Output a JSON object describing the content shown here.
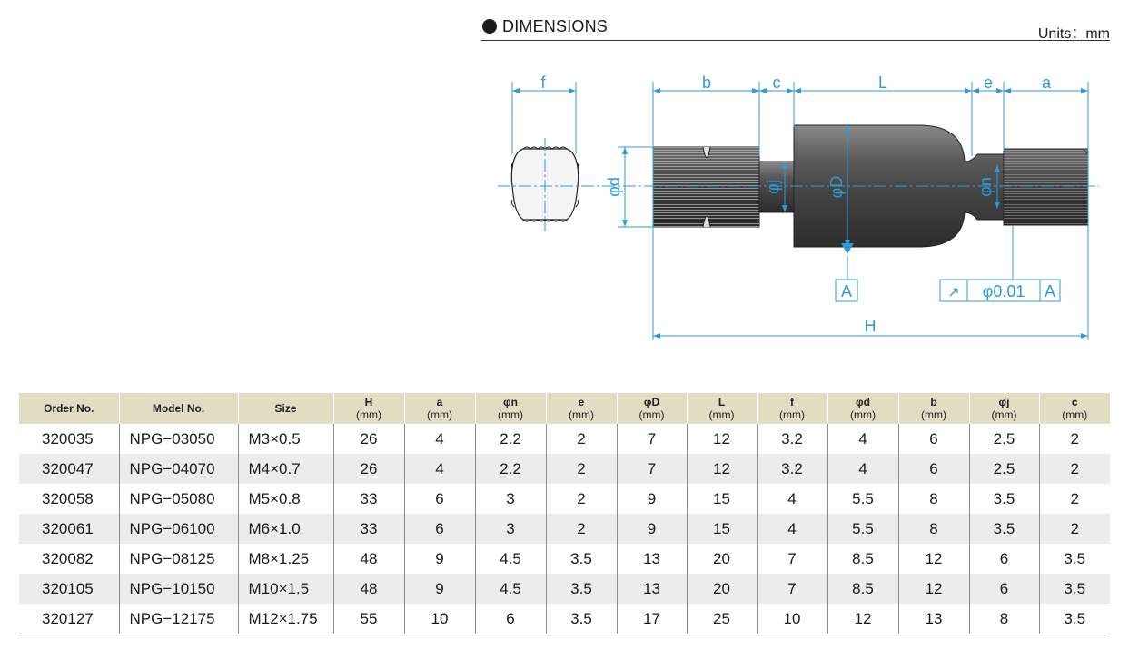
{
  "header": {
    "title": "DIMENSIONS",
    "units": "Units：mm"
  },
  "drawing": {
    "labels": {
      "f": "f",
      "b": "b",
      "c": "c",
      "L": "L",
      "e": "e",
      "a": "a",
      "phi_d": "φd",
      "phi_j": "φj",
      "phi_D": "φD",
      "phi_n": "φn",
      "datum": "A",
      "tol_symbol": "↗",
      "tol_value": "φ0.01",
      "tol_datum": "A",
      "H": "H"
    },
    "colors": {
      "dimension": "#2f9ad6",
      "part": "#4a4a4a"
    }
  },
  "table": {
    "headers": [
      {
        "top": "Order No.",
        "unit": ""
      },
      {
        "top": "Model No.",
        "unit": ""
      },
      {
        "top": "Size",
        "unit": ""
      },
      {
        "top": "H",
        "unit": "(mm)"
      },
      {
        "top": "a",
        "unit": "(mm)"
      },
      {
        "top": "φn",
        "unit": "(mm)"
      },
      {
        "top": "e",
        "unit": "(mm)"
      },
      {
        "top": "φD",
        "unit": "(mm)"
      },
      {
        "top": "L",
        "unit": "(mm)"
      },
      {
        "top": "f",
        "unit": "(mm)"
      },
      {
        "top": "φd",
        "unit": "(mm)"
      },
      {
        "top": "b",
        "unit": "(mm)"
      },
      {
        "top": "φj",
        "unit": "(mm)"
      },
      {
        "top": "c",
        "unit": "(mm)"
      }
    ],
    "rows": [
      [
        "320035",
        "NPG−03050",
        "M3×0.5",
        "26",
        "4",
        "2.2",
        "2",
        "7",
        "12",
        "3.2",
        "4",
        "6",
        "2.5",
        "2"
      ],
      [
        "320047",
        "NPG−04070",
        "M4×0.7",
        "26",
        "4",
        "2.2",
        "2",
        "7",
        "12",
        "3.2",
        "4",
        "6",
        "2.5",
        "2"
      ],
      [
        "320058",
        "NPG−05080",
        "M5×0.8",
        "33",
        "6",
        "3",
        "2",
        "9",
        "15",
        "4",
        "5.5",
        "8",
        "3.5",
        "2"
      ],
      [
        "320061",
        "NPG−06100",
        "M6×1.0",
        "33",
        "6",
        "3",
        "2",
        "9",
        "15",
        "4",
        "5.5",
        "8",
        "3.5",
        "2"
      ],
      [
        "320082",
        "NPG−08125",
        "M8×1.25",
        "48",
        "9",
        "4.5",
        "3.5",
        "13",
        "20",
        "7",
        "8.5",
        "12",
        "6",
        "3.5"
      ],
      [
        "320105",
        "NPG−10150",
        "M10×1.5",
        "48",
        "9",
        "4.5",
        "3.5",
        "13",
        "20",
        "7",
        "8.5",
        "12",
        "6",
        "3.5"
      ],
      [
        "320127",
        "NPG−12175",
        "M12×1.75",
        "55",
        "10",
        "6",
        "3.5",
        "17",
        "25",
        "10",
        "12",
        "13",
        "8",
        "3.5"
      ]
    ]
  }
}
